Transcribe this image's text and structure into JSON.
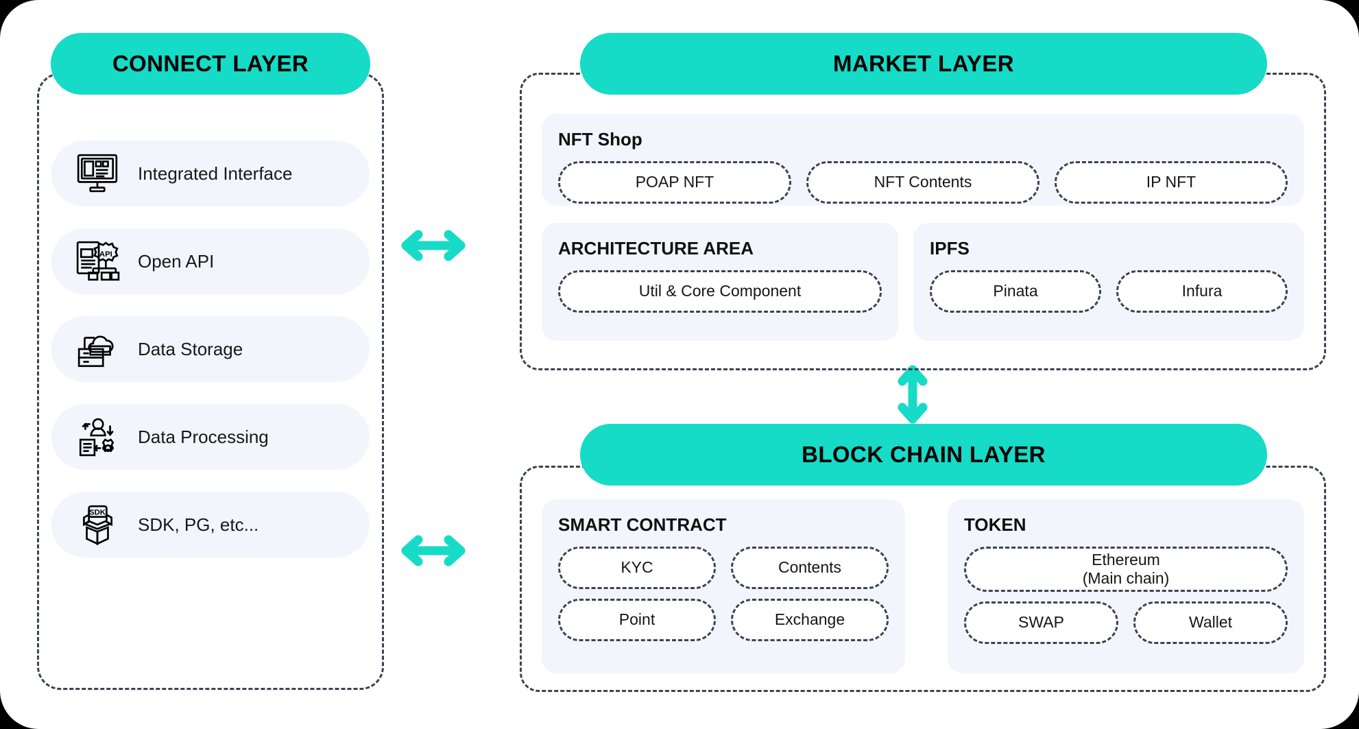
{
  "theme": {
    "accent": "#16dbc6",
    "panel_bg": "#f2f6fc",
    "pill_bg": "#ffffff",
    "border": "#3b4252",
    "text": "#101010",
    "page_bg": "#ffffff"
  },
  "connect_layer": {
    "title": "CONNECT LAYER",
    "items": [
      {
        "label": "Integrated Interface",
        "icon": "monitor-dashboard-icon"
      },
      {
        "label": "Open API",
        "icon": "api-badge-icon"
      },
      {
        "label": "Data Storage",
        "icon": "cloud-database-icon"
      },
      {
        "label": "Data Processing",
        "icon": "user-gear-process-icon"
      },
      {
        "label": "SDK, PG, etc...",
        "icon": "sdk-box-icon"
      }
    ]
  },
  "market_layer": {
    "title": "MARKET LAYER",
    "groups": [
      {
        "title": "NFT Shop",
        "items": [
          "POAP NFT",
          "NFT Contents",
          "IP NFT"
        ]
      },
      {
        "title": "ARCHITECTURE AREA",
        "items": [
          "Util & Core Component"
        ]
      },
      {
        "title": "IPFS",
        "items": [
          "Pinata",
          "Infura"
        ]
      }
    ]
  },
  "block_chain_layer": {
    "title": "BLOCK CHAIN LAYER",
    "groups": [
      {
        "title": "SMART CONTRACT",
        "row1": [
          "KYC",
          "Contents"
        ],
        "row2": [
          "Point",
          "Exchange"
        ]
      },
      {
        "title": "TOKEN",
        "row1": [
          "Ethereum\n(Main chain)"
        ],
        "row2": [
          "SWAP",
          "Wallet"
        ]
      }
    ]
  },
  "connectors": [
    {
      "name": "connect-to-market-arrow",
      "direction": "bidirectional-horizontal"
    },
    {
      "name": "connect-to-blockchain-arrow",
      "direction": "bidirectional-horizontal"
    },
    {
      "name": "market-to-blockchain-arrow",
      "direction": "bidirectional-vertical"
    }
  ]
}
